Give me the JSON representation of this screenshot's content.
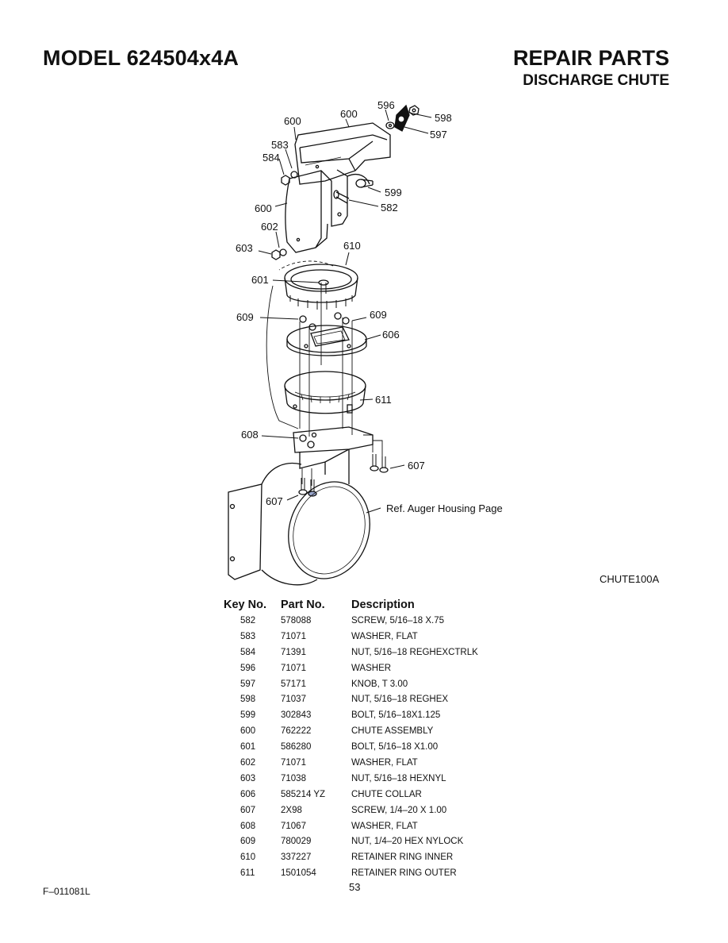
{
  "header": {
    "model": "MODEL 624504x4A",
    "title": "REPAIR PARTS",
    "subtitle": "DISCHARGE CHUTE"
  },
  "diagram": {
    "callouts": {
      "c582": "582",
      "c583": "583",
      "c584": "584",
      "c596": "596",
      "c597": "597",
      "c598": "598",
      "c599": "599",
      "c600a": "600",
      "c600b": "600",
      "c600c": "600",
      "c601": "601",
      "c602": "602",
      "c603": "603",
      "c606": "606",
      "c607a": "607",
      "c607b": "607",
      "c608": "608",
      "c609a": "609",
      "c609b": "609",
      "c610": "610",
      "c611": "611"
    },
    "ref_note": "Ref. Auger Housing Page",
    "code": "CHUTE100A"
  },
  "table": {
    "headers": [
      "Key No.",
      "Part No.",
      "Description"
    ],
    "rows": [
      [
        "582",
        "578088",
        "SCREW, 5/16–18 X.75"
      ],
      [
        "583",
        "71071",
        "WASHER, FLAT"
      ],
      [
        "584",
        "71391",
        "NUT, 5/16–18 REGHEXCTRLK"
      ],
      [
        "596",
        "71071",
        "WASHER"
      ],
      [
        "597",
        "57171",
        "KNOB, T  3.00"
      ],
      [
        "598",
        "71037",
        "NUT, 5/16–18 REGHEX"
      ],
      [
        "599",
        "302843",
        "BOLT, 5/16–18X1.125"
      ],
      [
        "600",
        "762222",
        "CHUTE ASSEMBLY"
      ],
      [
        "601",
        "586280",
        "BOLT, 5/16–18 X1.00"
      ],
      [
        "602",
        "71071",
        "WASHER, FLAT"
      ],
      [
        "603",
        "71038",
        "NUT, 5/16–18 HEXNYL"
      ],
      [
        "606",
        "585214 YZ",
        "CHUTE COLLAR"
      ],
      [
        "607",
        "2X98",
        "SCREW, 1/4–20 X 1.00"
      ],
      [
        "608",
        "71067",
        "WASHER, FLAT"
      ],
      [
        "609",
        "780029",
        "NUT, 1/4–20 HEX NYLOCK"
      ],
      [
        "610",
        "337227",
        "RETAINER RING INNER"
      ],
      [
        "611",
        "1501054",
        "RETAINER RING OUTER"
      ]
    ]
  },
  "footer": {
    "form_number": "F–011081L",
    "page_number": "53"
  }
}
